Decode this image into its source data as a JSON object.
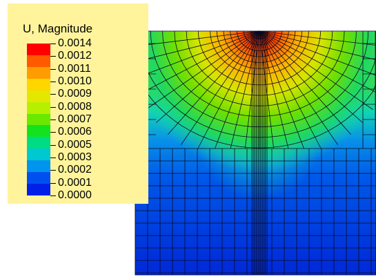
{
  "legend": {
    "title": "U, Magnitude",
    "labels": [
      "0.0014",
      "0.0012",
      "0.0011",
      "0.0010",
      "0.0009",
      "0.0008",
      "0.0007",
      "0.0006",
      "0.0005",
      "0.0003",
      "0.0002",
      "0.0001",
      "0.0000"
    ],
    "colors": [
      "#ff0000",
      "#ff5a00",
      "#ff9c00",
      "#ffd600",
      "#e4e800",
      "#b4f000",
      "#6ae800",
      "#14e21e",
      "#00dc84",
      "#00c8d0",
      "#0094ec",
      "#0050f0",
      "#0020e8"
    ]
  },
  "model": {
    "field": "U, Magnitude",
    "max_value": 0.0014,
    "min_value": 0.0
  }
}
